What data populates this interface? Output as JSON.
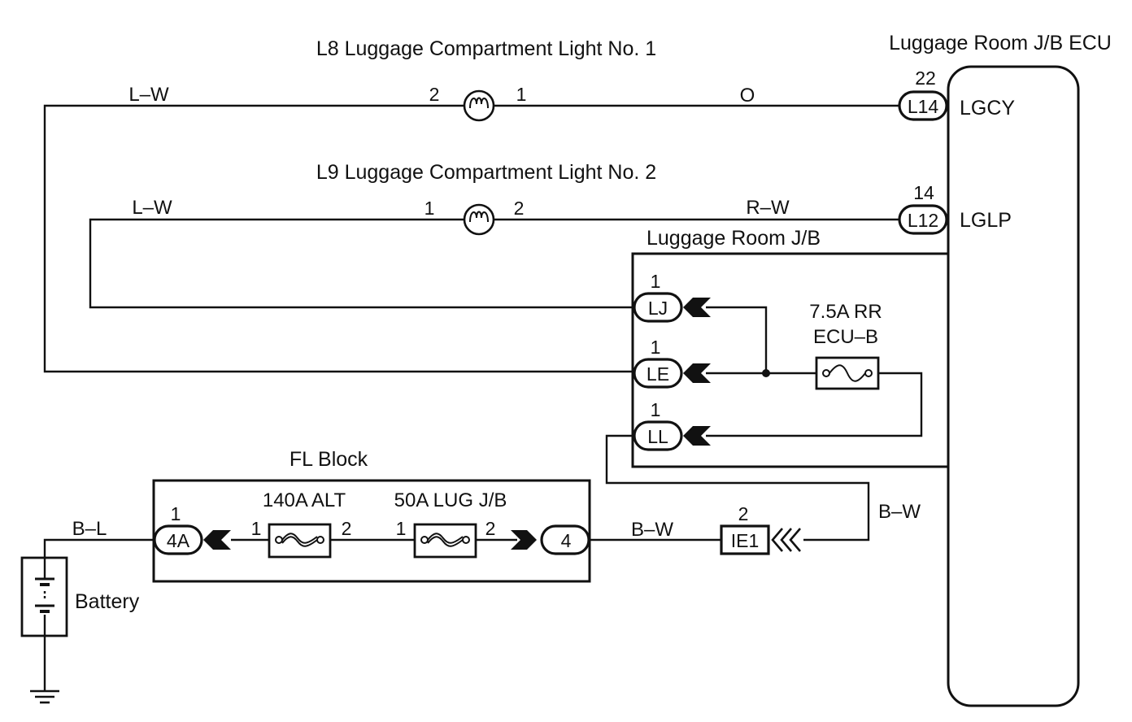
{
  "components": {
    "l8_title": "L8 Luggage Compartment Light No. 1",
    "l9_title": "L9 Luggage Compartment Light No. 2",
    "ecu_title": "Luggage Room J/B ECU",
    "jb_title": "Luggage Room J/B",
    "fl_block_title": "FL Block",
    "battery_label": "Battery",
    "fuse_rr_ecu_line1": "7.5A RR",
    "fuse_rr_ecu_line2": "ECU–B",
    "fuse_alt": "140A ALT",
    "fuse_lug": "50A LUG J/B"
  },
  "wires": {
    "l8_left": "L–W",
    "l8_right": "O",
    "l9_left": "L–W",
    "l9_right": "R–W",
    "battery_lead": "B–L",
    "fl_out": "B–W",
    "ie1_to_jb": "B–W"
  },
  "connectors": {
    "L14": "L14",
    "L12": "L12",
    "LJ": "LJ",
    "LE": "LE",
    "LL": "LL",
    "c4A": "4A",
    "c4": "4",
    "IE1": "IE1"
  },
  "pins": {
    "l8_pin_left": "2",
    "l8_pin_right": "1",
    "l9_pin_left": "1",
    "l9_pin_right": "2",
    "L14_pin": "22",
    "L12_pin": "14",
    "LJ_pin": "1",
    "LE_pin": "1",
    "LL_pin": "1",
    "c4A_pin": "1",
    "alt_pin_left": "1",
    "alt_pin_right": "2",
    "lug_pin_left": "1",
    "lug_pin_right": "2",
    "IE1_pin": "2"
  },
  "signals": {
    "L14": "LGCY",
    "L12": "LGLP"
  }
}
